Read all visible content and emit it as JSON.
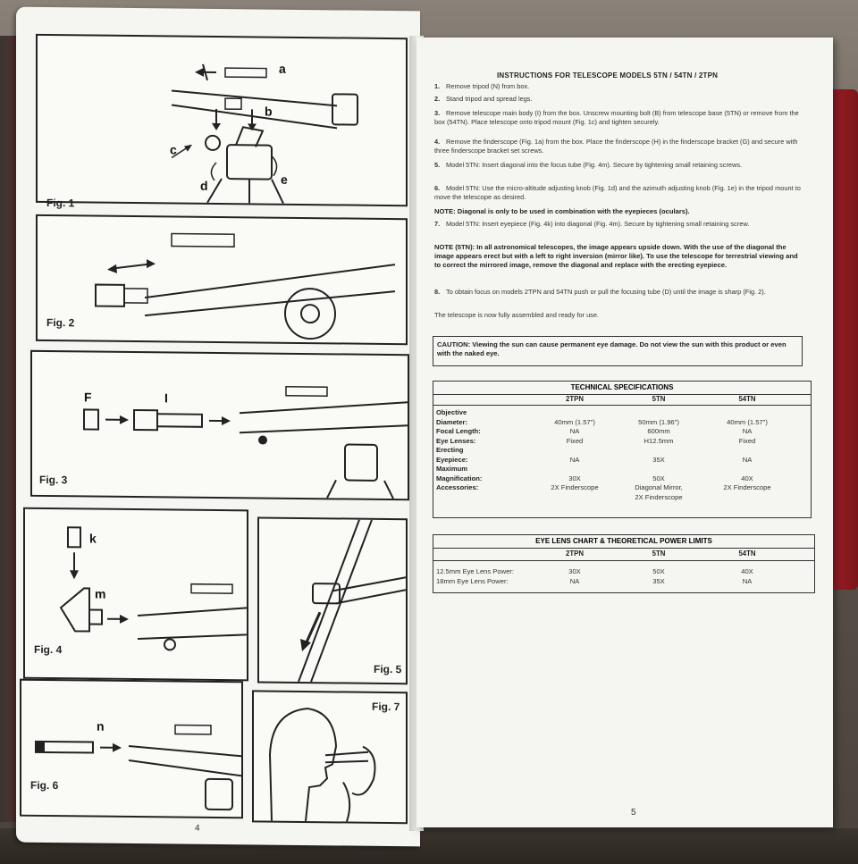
{
  "left_page": {
    "figures": [
      {
        "label": "Fig. 1",
        "letters": [
          "a",
          "b",
          "c",
          "d",
          "e"
        ]
      },
      {
        "label": "Fig. 2",
        "letters": []
      },
      {
        "label": "Fig. 3",
        "letters": [
          "F",
          "I"
        ]
      },
      {
        "label": "Fig. 4",
        "letters": [
          "k",
          "m"
        ]
      },
      {
        "label": "Fig. 5",
        "letters": []
      },
      {
        "label": "Fig. 6",
        "letters": [
          "n"
        ]
      },
      {
        "label": "Fig. 7",
        "letters": []
      }
    ],
    "page_number": "4"
  },
  "right_page": {
    "title": "INSTRUCTIONS FOR TELESCOPE MODELS 5TN / 54TN / 2TPN",
    "steps": [
      {
        "num": "1.",
        "text": "Remove tripod (N) from box."
      },
      {
        "num": "2.",
        "text": "Stand tripod and spread legs."
      },
      {
        "num": "3.",
        "text": "Remove telescope main body (I) from the box. Unscrew mounting bolt (B) from telescope base (5TN) or remove from the box (54TN). Place telescope onto tripod mount (Fig. 1c) and tighten securely."
      },
      {
        "num": "4.",
        "text": "Remove the finderscope (Fig. 1a) from the box. Place the finderscope (H) in the finderscope bracket (G) and secure with three finderscope bracket set screws."
      },
      {
        "num": "5.",
        "text": "Model 5TN: Insert diagonal into the focus tube (Fig. 4m). Secure by tightening small retaining screws."
      },
      {
        "num": "6.",
        "text": "Model 5TN: Use the micro-altitude adjusting knob (Fig. 1d) and the azimuth adjusting knob (Fig. 1e) in the tripod mount to move the telescope as desired."
      }
    ],
    "note1": "NOTE: Diagonal is only to be used in combination with the eyepieces (oculars).",
    "step7": {
      "num": "7.",
      "text": "Model 5TN: Insert eyepiece (Fig. 4k) into diagonal (Fig. 4m). Secure by tightening small retaining screw."
    },
    "note2": "NOTE (5TN): In all astronomical telescopes, the image appears upside down. With the use of the diagonal the image appears erect but with a left to right inversion (mirror like). To use the telescope for terrestrial viewing and to correct the mirrored image, remove the diagonal and replace with the erecting eyepiece.",
    "step8": {
      "num": "8.",
      "text": "To obtain focus on models 2TPN and 54TN push or pull the focusing tube (D) until the image is sharp (Fig. 2)."
    },
    "assembled": "The telescope is now fully assembled and ready for use.",
    "caution": "CAUTION: Viewing the sun can cause permanent eye damage. Do not view the sun with this product or even with the naked eye.",
    "spec_table": {
      "title": "TECHNICAL SPECIFICATIONS",
      "columns": [
        "2TPN",
        "5TN",
        "54TN"
      ],
      "row_labels": "Objective\nDiameter:\nFocal Length:\nEye Lenses:\nErecting\nEyepiece:\nMaximum\nMagnification:\nAccessories:",
      "col_2tpn": "\n40mm (1.57\")\nNA\nFixed\n\nNA\n\n30X\n2X Finderscope",
      "col_5tn": "\n50mm (1.96\")\n600mm\nH12.5mm\n\n35X\n\n50X\nDiagonal Mirror,\n2X Finderscope",
      "col_54tn": "\n40mm (1.57\")\nNA\nFixed\n\nNA\n\n40X\n2X Finderscope"
    },
    "eye_table": {
      "title": "EYE LENS CHART & THEORETICAL POWER LIMITS",
      "columns": [
        "2TPN",
        "5TN",
        "54TN"
      ],
      "row_labels": "12.5mm Eye Lens Power:\n18mm Eye Lens Power:",
      "col_2tpn": "30X\nNA",
      "col_5tn": "50X\n35X",
      "col_54tn": "40X\nNA"
    },
    "page_number": "5"
  }
}
